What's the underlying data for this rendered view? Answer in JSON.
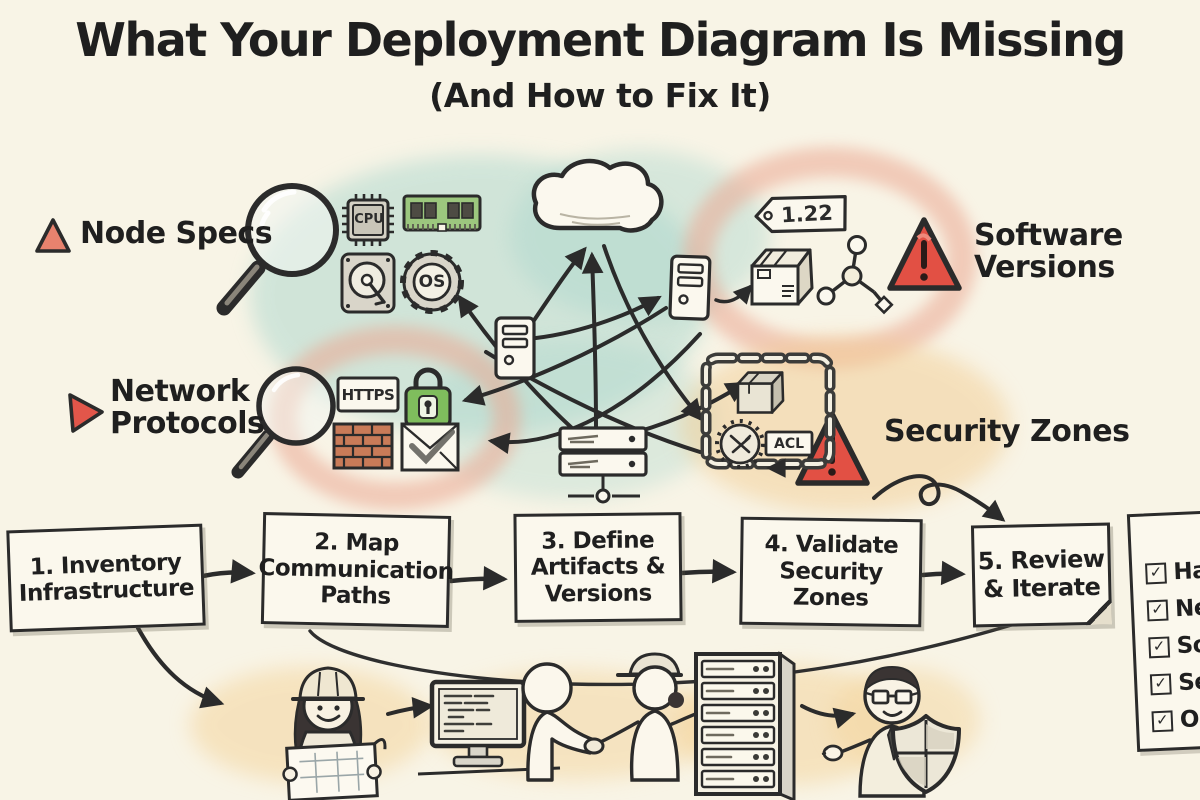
{
  "title": {
    "main": "What Your Deployment Diagram Is Missing",
    "sub": "(And How to Fix It)"
  },
  "callouts": {
    "node_specs": "Node Specs",
    "network_protocols": "Network\nProtocols",
    "software_versions": "Software\nVersions",
    "security_zones": "Security Zones"
  },
  "icon_labels": {
    "cpu": "CPU",
    "os": "OS",
    "https": "HTTPS",
    "acl": "ACL",
    "version_tag": "1.22",
    "check_glyph": "✓"
  },
  "icon_names": [
    "warning-triangle",
    "magnifier",
    "cpu-chip",
    "ram-stick",
    "hard-drive",
    "os-badge",
    "cloud",
    "tower-server",
    "rack-server",
    "https-box",
    "padlock",
    "firewall-bricks",
    "envelope-check",
    "version-tag",
    "package-box",
    "dependency-molecule",
    "chain-border",
    "seal-badge",
    "acl-box",
    "hardhat-worker",
    "blueprint",
    "code-monitor",
    "handshake-people",
    "server-rack",
    "security-officer",
    "shield"
  ],
  "steps": [
    {
      "label": "1. Inventory\nInfrastructure"
    },
    {
      "label": "2. Map\nCommunication\nPaths"
    },
    {
      "label": "3. Define\nArtifacts &\nVersions"
    },
    {
      "label": "4. Validate\nSecurity Zones"
    },
    {
      "label": "5. Review\n& Iterate"
    }
  ],
  "checklist": {
    "items": [
      "Ha",
      "Ne",
      "Sof",
      "Sec",
      "Ope"
    ]
  },
  "colors": {
    "background": "#f8f4e6",
    "ink": "#2b2b2b",
    "teal_wash": "#a9d6cc",
    "salmon_wash": "#eba893",
    "orange_wash": "#f2cc92",
    "alert_red": "#e25044",
    "lock_green": "#7fbd5d",
    "ram_green": "#9cc77e",
    "brick": "#c97b58"
  }
}
